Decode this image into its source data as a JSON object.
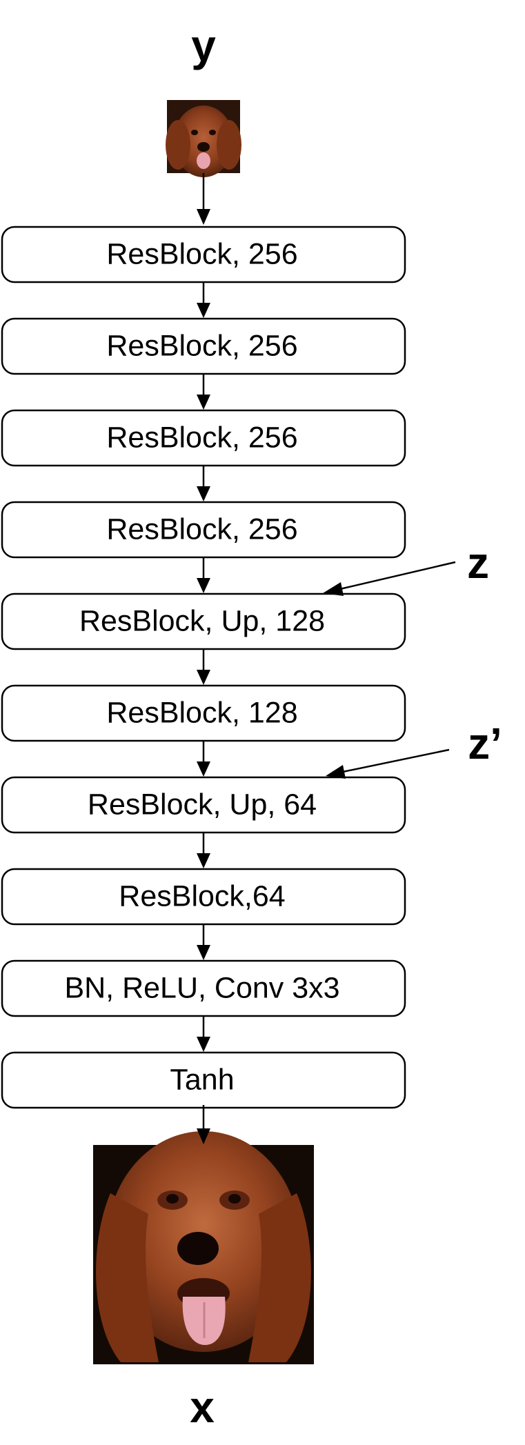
{
  "labels": {
    "input": "y",
    "output": "x",
    "noise_1": "z",
    "noise_2": "z’"
  },
  "blocks": [
    {
      "label": "ResBlock, 256"
    },
    {
      "label": "ResBlock, 256"
    },
    {
      "label": "ResBlock, 256"
    },
    {
      "label": "ResBlock, 256"
    },
    {
      "label": "ResBlock, Up, 128"
    },
    {
      "label": "ResBlock, 128"
    },
    {
      "label": "ResBlock, Up, 64"
    },
    {
      "label": "ResBlock,64"
    },
    {
      "label": "BN, ReLU, Conv 3x3"
    },
    {
      "label": "Tanh"
    }
  ],
  "images": {
    "input_image": "dog-face-small",
    "output_image": "dog-face-large"
  },
  "colors": {
    "dog_fur": "#8a3d1c",
    "dog_fur_light": "#b0582d",
    "background": "#1a0d08"
  }
}
